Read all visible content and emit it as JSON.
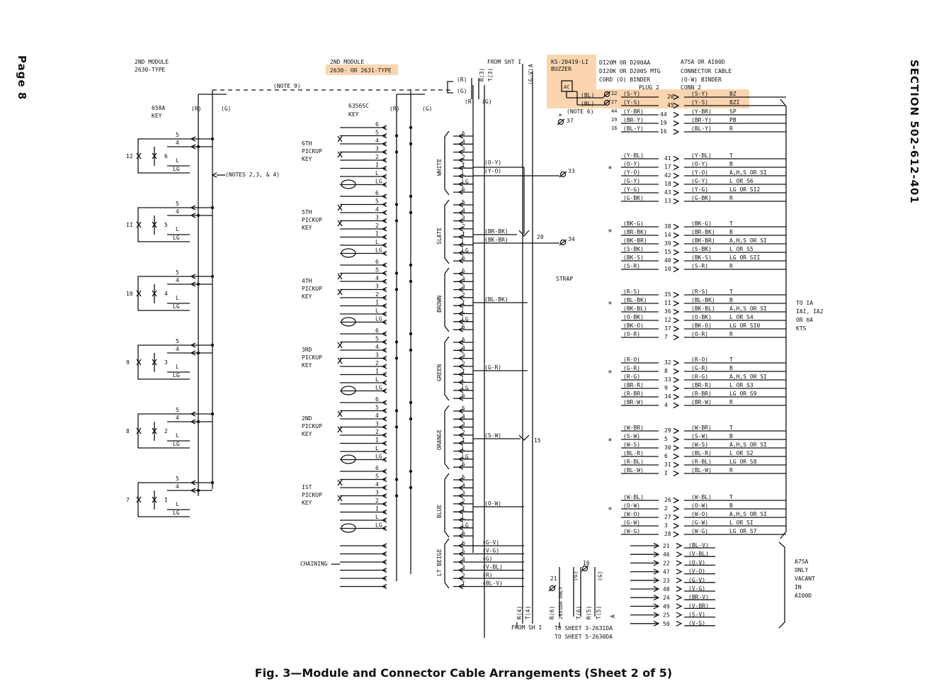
{
  "page_label": "Page 8",
  "section_label": "SECTION 502-612-401",
  "caption": "Fig. 3—Module and Connector Cable Arrangements (Sheet 2 of 5)",
  "headers": {
    "left_module_line1": "2ND MODULE",
    "left_module_line2": "2630-TYPE",
    "mid_module_line1": "2ND MODULE",
    "mid_module_line2": "2630- OR 2631-TYPE",
    "from_sheet_top": "FROM SHT I",
    "buzzer_line1": "KS-20419-LI",
    "buzzer_line2": "BUZZER",
    "cord_line1": "DI20M OR D200AA",
    "cord_line2": "DI20K OR D200S MTG",
    "cord_line3": "CORD (O) BINDER",
    "cord_line4": "PLUG 2",
    "conn_line1": "A75A OR AI00D",
    "conn_line2": "CONNECTOR CABLE",
    "conn_line3": "(O-W) BINDER",
    "conn_line4": "CONN 2",
    "key_658a_line1": "658A",
    "key_658a_line2": "KEY",
    "key_6356_line1": "6356SC",
    "key_6356_line2": "KEY"
  },
  "notes": {
    "note9": "(NOTE 9)",
    "notes_234": "(NOTES 2,3, & 4)",
    "note6": "(NOTE 6)",
    "strap": "STRAP",
    "chaining": "CHAINING",
    "ac": "AC"
  },
  "pickup_keys": [
    {
      "line1": "6TH",
      "line2": "PICKUP",
      "line3": "KEY"
    },
    {
      "line1": "5TH",
      "line2": "PICKUP",
      "line3": "KEY"
    },
    {
      "line1": "4TH",
      "line2": "PICKUP",
      "line3": "KEY"
    },
    {
      "line1": "3RD",
      "line2": "PICKUP",
      "line3": "KEY"
    },
    {
      "line1": "2ND",
      "line2": "PICKUP",
      "line3": "KEY"
    },
    {
      "line1": "IST",
      "line2": "PICKUP",
      "line3": "KEY"
    }
  ],
  "binder_groups": [
    "WHITE",
    "SLATE",
    "BROWN",
    "GREEN",
    "ORANGE",
    "BLUE",
    "LT BEIGE"
  ],
  "left_keys": [
    {
      "a": "12",
      "b": "6"
    },
    {
      "a": "II",
      "b": "5"
    },
    {
      "a": "10",
      "b": "4"
    },
    {
      "a": "9",
      "b": "3"
    },
    {
      "a": "8",
      "b": "2"
    },
    {
      "a": "7",
      "b": "I"
    }
  ],
  "bottom_labels": {
    "from_sh1": "FROM SH I",
    "to_sheet3": "TO SHEET 3-2631DA",
    "to_sheet5": "TO SHEET 5-2630DA",
    "only_2631": "2631DA ONLY"
  },
  "right_labels": {
    "to_kts_1": "TO IA",
    "to_kts_2": "IAI, IA2",
    "to_kts_3": "OR 6A",
    "to_kts_4": "KTS",
    "a75a_1": "A75A",
    "a75a_2": "ONLY",
    "a75a_3": "VACANT",
    "a75a_4": "IN",
    "a75a_5": "AI00D"
  },
  "wires_top": [
    {
      "lead": "(S-Y)",
      "pin": "22",
      "cpin": "20",
      "clead": "(S-Y)",
      "fn": "BZ"
    },
    {
      "lead": "(Y-S)",
      "pin": "27",
      "cpin": "45",
      "clead": "(Y-S)",
      "fn": "BZI"
    },
    {
      "lead": "(Y-BR)",
      "pin": "44",
      "cpin": "",
      "clead": "(Y-BR)",
      "fn": "SP"
    },
    {
      "lead": "(BR-Y)",
      "pin": "19",
      "cpin": "",
      "clead": "(BR-Y)",
      "fn": "PB"
    },
    {
      "lead": "(BL-Y)",
      "pin": "16",
      "cpin": "",
      "clead": "(BL-Y)",
      "fn": "R"
    }
  ],
  "wire_groups": [
    {
      "rows": [
        {
          "lead": "(Y-BL)",
          "pin": "41",
          "clead": "(Y-BL)",
          "fn": "T"
        },
        {
          "lead": "(O-Y)",
          "pin": "17",
          "clead": "(O-Y)",
          "fn": "B"
        },
        {
          "lead": "(Y-O)",
          "pin": "42",
          "clead": "(Y-O)",
          "fn": "A,H,S OR SI"
        },
        {
          "lead": "(G-Y)",
          "pin": "18",
          "clead": "(G-Y)",
          "fn": "L OR S6"
        },
        {
          "lead": "(Y-G)",
          "pin": "43",
          "clead": "(Y-G)",
          "fn": "LG OR SI2"
        },
        {
          "lead": "(G-BK)",
          "pin": "13",
          "clead": "(G-BK)",
          "fn": "R"
        }
      ]
    },
    {
      "rows": [
        {
          "lead": "(BK-G)",
          "pin": "38",
          "clead": "(BK-G)",
          "fn": "T"
        },
        {
          "lead": "(BR-BK)",
          "pin": "14",
          "clead": "(BR-BK)",
          "fn": "B"
        },
        {
          "lead": "(BK-BR)",
          "pin": "39",
          "clead": "(BK-BR)",
          "fn": "A,H,S OR SI"
        },
        {
          "lead": "(S-BK)",
          "pin": "15",
          "clead": "(S-BK)",
          "fn": "L OR S5"
        },
        {
          "lead": "(BK-S)",
          "pin": "40",
          "clead": "(BK-S)",
          "fn": "LG OR SII"
        },
        {
          "lead": "(S-R)",
          "pin": "10",
          "clead": "(S-R)",
          "fn": "R"
        }
      ]
    },
    {
      "rows": [
        {
          "lead": "(R-S)",
          "pin": "35",
          "clead": "(R-S)",
          "fn": "T"
        },
        {
          "lead": "(BL-BK)",
          "pin": "II",
          "clead": "(BL-BK)",
          "fn": "B"
        },
        {
          "lead": "(BK-BL)",
          "pin": "36",
          "clead": "(BK-BL)",
          "fn": "A,H,S OR SI"
        },
        {
          "lead": "(O-BK)",
          "pin": "12",
          "clead": "(O-BK)",
          "fn": "L OR S4"
        },
        {
          "lead": "(BK-O)",
          "pin": "37",
          "clead": "(BK-O)",
          "fn": "LG OR SI0"
        },
        {
          "lead": "(O-R)",
          "pin": "7",
          "clead": "(O-R)",
          "fn": "R"
        }
      ]
    },
    {
      "rows": [
        {
          "lead": "(R-O)",
          "pin": "32",
          "clead": "(R-O)",
          "fn": "T"
        },
        {
          "lead": "(G-R)",
          "pin": "8",
          "clead": "(G-R)",
          "fn": "B"
        },
        {
          "lead": "(R-G)",
          "pin": "33",
          "clead": "(R-G)",
          "fn": "A,H,S OR SI"
        },
        {
          "lead": "(BR-R)",
          "pin": "9",
          "clead": "(BR-R)",
          "fn": "L OR S3"
        },
        {
          "lead": "(R-BR)",
          "pin": "34",
          "clead": "(R-BR)",
          "fn": "LG OR S9"
        },
        {
          "lead": "(BR-W)",
          "pin": "4",
          "clead": "(BR-W)",
          "fn": "R"
        }
      ]
    },
    {
      "rows": [
        {
          "lead": "(W-BR)",
          "pin": "29",
          "clead": "(W-BR)",
          "fn": "T"
        },
        {
          "lead": "(S-W)",
          "pin": "5",
          "clead": "(S-W)",
          "fn": "B"
        },
        {
          "lead": "(W-S)",
          "pin": "30",
          "clead": "(W-S)",
          "fn": "A,H,S OR SI"
        },
        {
          "lead": "(BL-R)",
          "pin": "6",
          "clead": "(BL-R)",
          "fn": "L OR S2"
        },
        {
          "lead": "(R-BL)",
          "pin": "31",
          "clead": "(R-BL)",
          "fn": "LG OR S8"
        },
        {
          "lead": "(BL-W)",
          "pin": "I",
          "clead": "(BL-W)",
          "fn": "R"
        }
      ]
    },
    {
      "rows": [
        {
          "lead": "(W-BL)",
          "pin": "26",
          "clead": "(W-BL)",
          "fn": "T"
        },
        {
          "lead": "(O-W)",
          "pin": "2",
          "clead": "(O-W)",
          "fn": "B"
        },
        {
          "lead": "(W-O)",
          "pin": "27",
          "clead": "(W-O)",
          "fn": "A,H,S OR SI"
        },
        {
          "lead": "(G-W)",
          "pin": "3",
          "clead": "(G-W)",
          "fn": "L OR SI"
        },
        {
          "lead": "(W-G)",
          "pin": "28",
          "clead": "(W-G)",
          "fn": "LG OR S7"
        }
      ]
    }
  ],
  "bottom_pins": [
    {
      "pin": "21",
      "clead": "(BL-V)"
    },
    {
      "pin": "46",
      "clead": "(V-BL)"
    },
    {
      "pin": "22",
      "clead": "(O-V)"
    },
    {
      "pin": "47",
      "clead": "(V-O)"
    },
    {
      "pin": "23",
      "clead": "(G-V)"
    },
    {
      "pin": "48",
      "clead": "(V-G)"
    },
    {
      "pin": "24",
      "clead": "(BR-V)"
    },
    {
      "pin": "49",
      "clead": "(V-BR)"
    },
    {
      "pin": "25",
      "clead": "(S-V)"
    },
    {
      "pin": "50",
      "clead": "(V-S)"
    }
  ],
  "lt_beige_leads": [
    "(G-V)",
    "(V-G)",
    "(G)",
    "(V-BL)",
    "(R)",
    "(BL-V)"
  ],
  "lt_beige_nums": [
    "6",
    "5",
    "4",
    "3",
    "2",
    "I"
  ],
  "group_nums": [
    "6",
    "5",
    "4",
    "3",
    "2",
    "I",
    "L",
    "LG"
  ],
  "group_nums_rev": [
    "5",
    "4",
    "3",
    "2",
    "I",
    "L",
    "LG",
    "6"
  ],
  "mid_leads_white": [
    "(O-Y)",
    "(Y-O)"
  ],
  "mid_leads_slate": [
    "(BR-BK)",
    "(BK-BR)"
  ],
  "mid_leads_other": [
    "(BL-BK)",
    "(G-R)",
    "(S-W)",
    "(O-W)"
  ],
  "junction_nums": [
    "33",
    "34",
    "20",
    "15",
    "21",
    "16",
    "37"
  ],
  "misc": {
    "r": "(R)",
    "g": "(G)",
    "r3": "R(3)",
    "t3": "T(3)",
    "gv": "(G-V)",
    "a": "A",
    "bl": "(BL)",
    "r4": "R(4)",
    "t4": "T(4)",
    "r6": "R(6)",
    "t6": "T(6)",
    "r5": "R(5)",
    "t5": "T(5)",
    "g2": "(G)",
    "star": "*",
    "l": "L",
    "lg": "LG"
  }
}
